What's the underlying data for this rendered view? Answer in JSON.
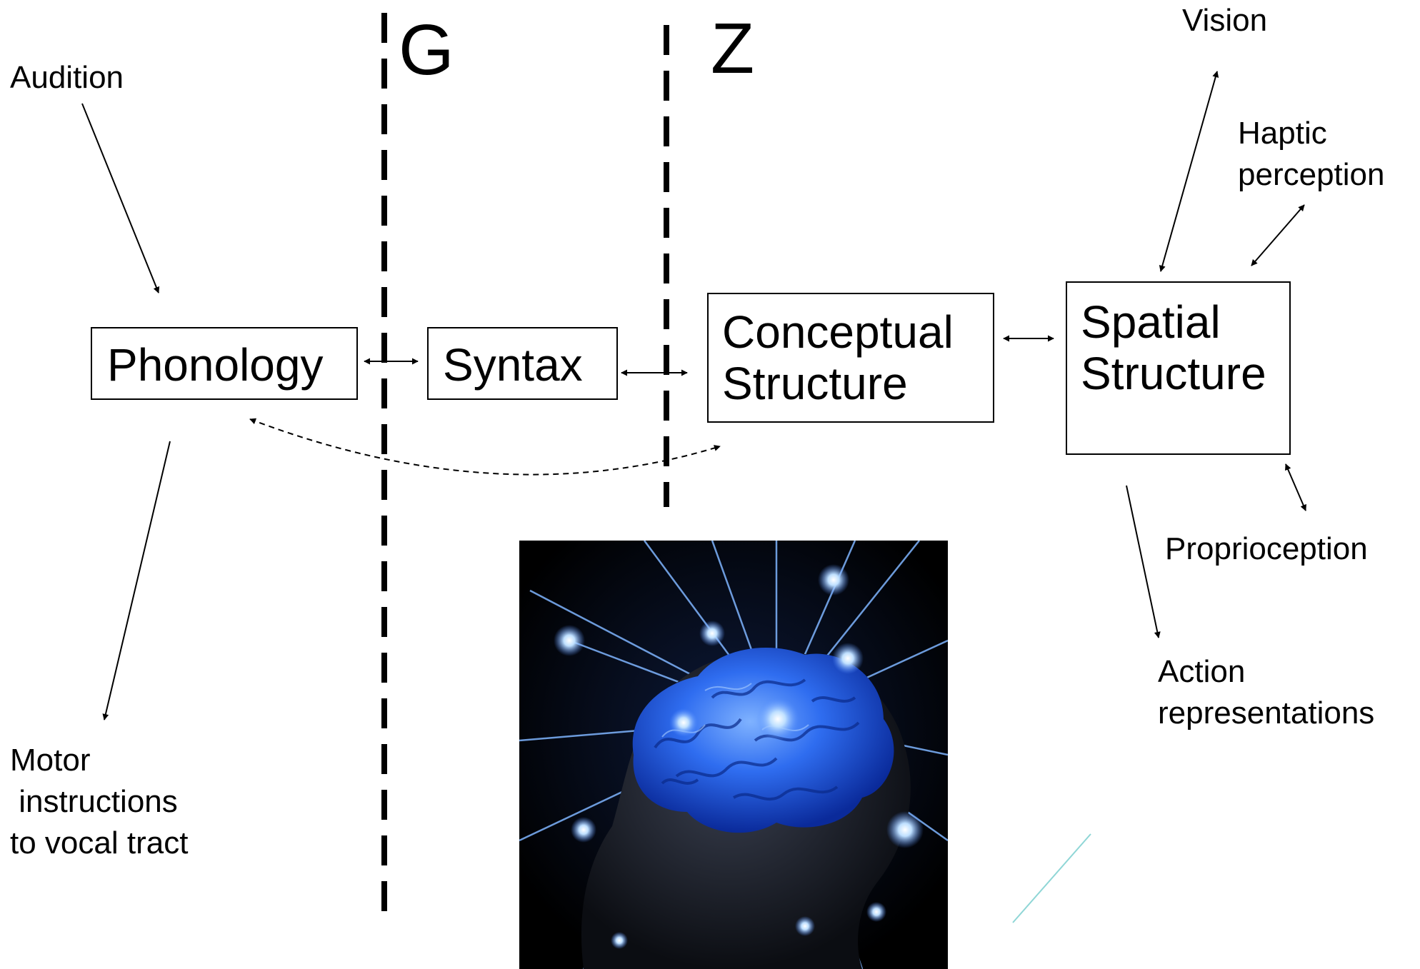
{
  "dividers": {
    "left_label": "G",
    "right_label": "Z"
  },
  "nodes": {
    "phonology": "Phonology",
    "syntax": "Syntax",
    "conceptual": [
      "Conceptual",
      "Structure"
    ],
    "spatial": [
      "Spatial",
      "Structure"
    ]
  },
  "inputs": {
    "audition": "Audition",
    "motor": [
      "Motor",
      " instructions",
      "to vocal tract"
    ],
    "vision": "Vision",
    "haptic": [
      "Haptic",
      "perception"
    ],
    "proprioception": "Proprioception",
    "action": [
      "Action",
      "representations"
    ]
  },
  "colors": {
    "line": "#000000",
    "brain": "#2f6df0",
    "accent_line": "#8fd6d6"
  }
}
